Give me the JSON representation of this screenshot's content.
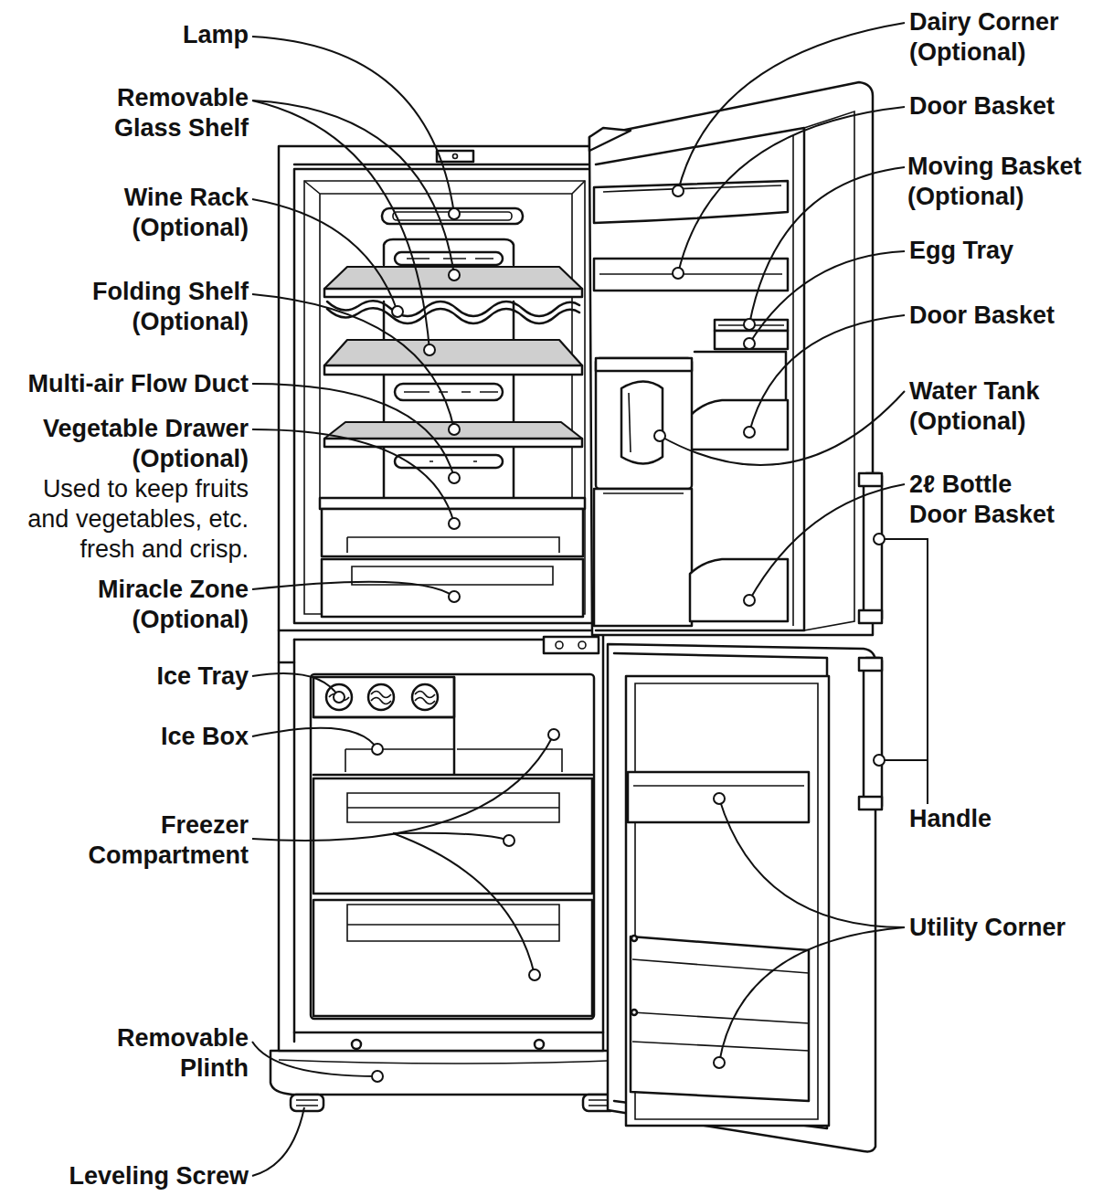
{
  "diagram": {
    "labels": [
      "Lamp",
      "Removable Glass Shelf",
      "Wine Rack (Optional)",
      "Folding Shelf (Optional)",
      "Multi-air Flow Duct",
      "Vegetable Drawer (Optional)",
      "Used to keep fruits and vegetables, etc. fresh and crisp.",
      "Miracle Zone (Optional)",
      "Ice Tray",
      "Ice Box",
      "Freezer Compartment",
      "Removable Plinth",
      "Leveling Screw",
      "Dairy Corner (Optional)",
      "Door Basket",
      "Moving Basket (Optional)",
      "Egg Tray",
      "Door Basket",
      "Water Tank (Optional)",
      "2ℓ Bottle Door Basket",
      "Handle",
      "Utility Corner"
    ]
  }
}
